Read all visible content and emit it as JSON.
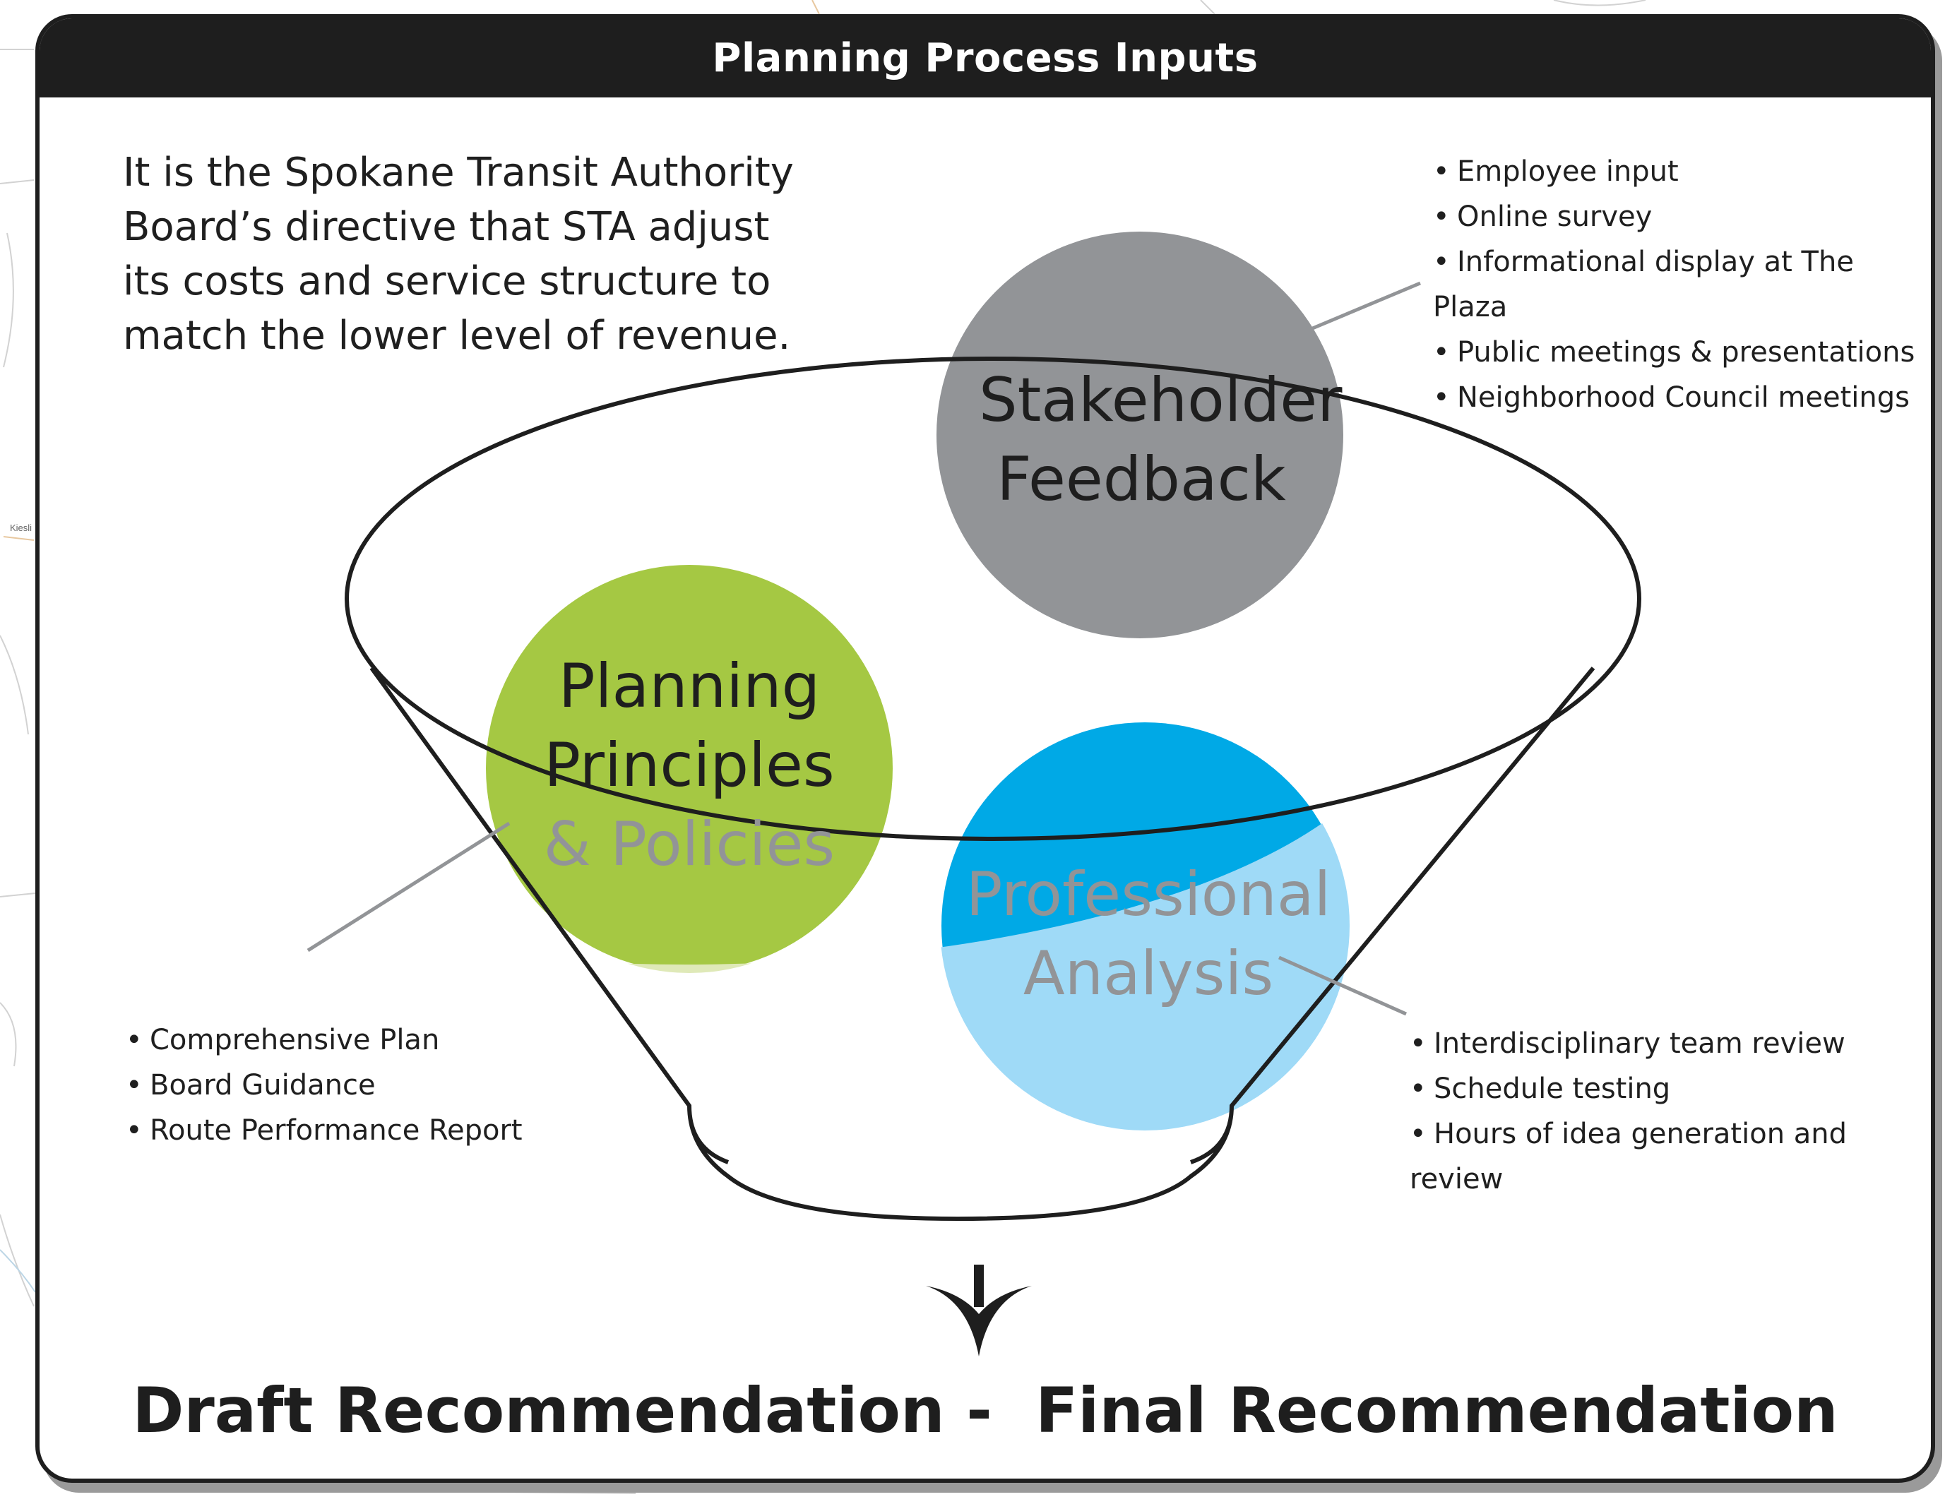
{
  "header": {
    "title": "Planning Process Inputs"
  },
  "intro": {
    "lines": [
      "It is the Spokane Transit Authority",
      "Board’s directive that STA adjust",
      "its costs and service structure to",
      "match the lower level of revenue."
    ]
  },
  "map": {
    "label": "Kiesli"
  },
  "circles": {
    "stakeholder": {
      "line1": "Stakeholder",
      "line2": "Feedback",
      "color": "#929497"
    },
    "planning": {
      "line1": "Planning",
      "line2": "Principles",
      "line3": "& Policies",
      "color": "#a5c843"
    },
    "professional": {
      "line1": "Professional",
      "line2": "Analysis",
      "color": "#00a9e6"
    }
  },
  "stakeholder_inputs": [
    "Employee input",
    "Online survey",
    "Informational display at The Plaza",
    "Public meetings & presentations",
    "Neighborhood Council meetings"
  ],
  "planning_inputs": [
    "Comprehensive Plan",
    "Board Guidance",
    "Route Performance Report"
  ],
  "professional_inputs": [
    "Interdisciplinary team review",
    "Schedule testing",
    "Hours of idea generation and review"
  ],
  "result": {
    "text": "Draft Recommendation -  Final Recommendation"
  }
}
